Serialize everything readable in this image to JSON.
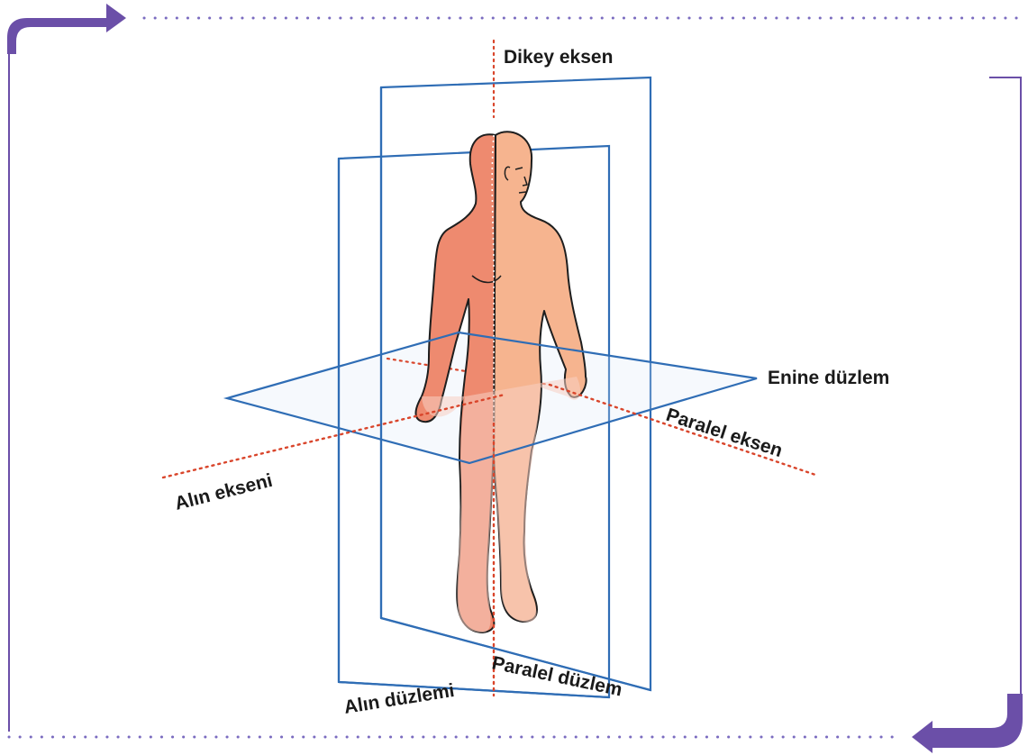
{
  "diagram": {
    "labels": {
      "vertical_axis": "Dikey eksen",
      "transverse_plane": "Enine düzlem",
      "parallel_axis": "Paralel eksen",
      "frontal_axis": "Alın ekseni",
      "frontal_plane": "Alın düzlemi",
      "parallel_plane": "Paralel düzlem"
    },
    "colors": {
      "frame_accent": "#6b4fa8",
      "frame_dots": "#7b6cc0",
      "plane_blue": "#2f6db5",
      "axis_red": "#d9452b",
      "skin_front": "#ee8a6f",
      "skin_side": "#f6b48f",
      "skin_lower": "#f7cfc3"
    }
  }
}
